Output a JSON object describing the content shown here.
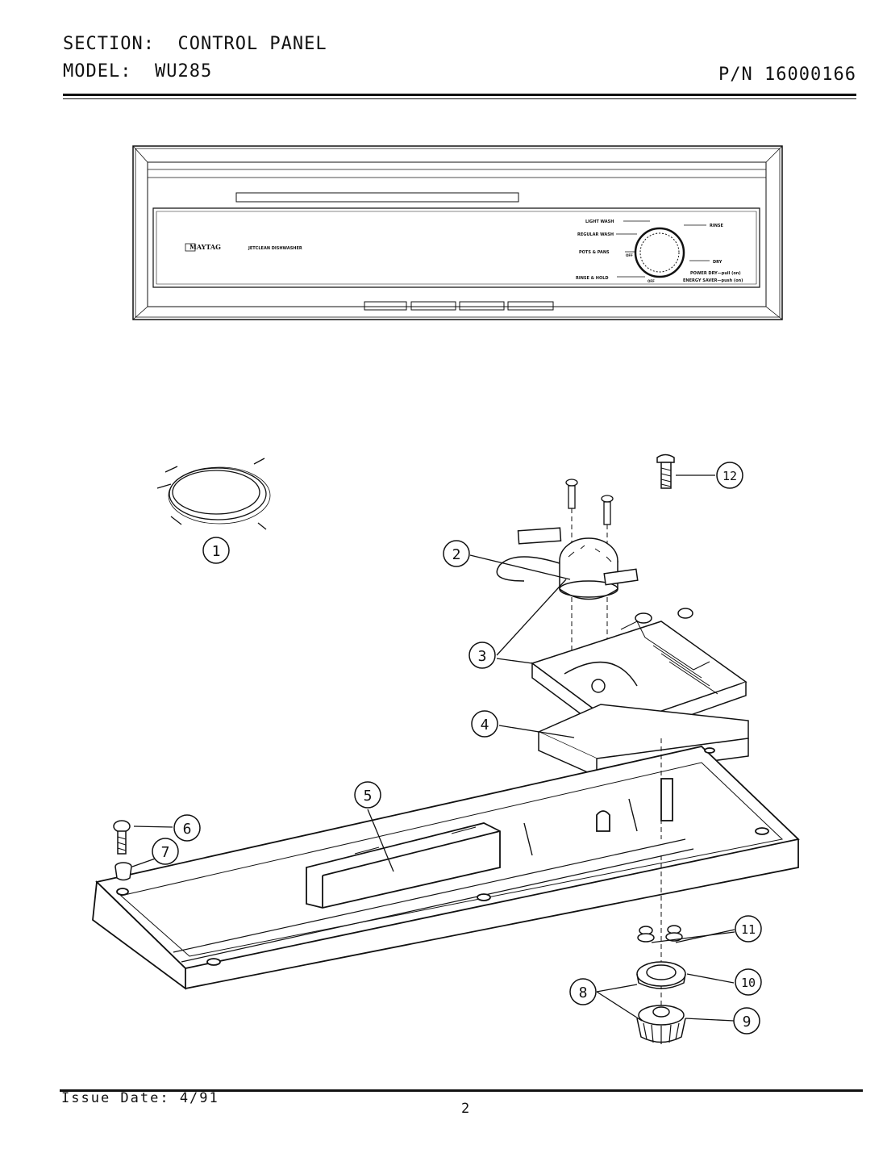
{
  "header": {
    "section_label": "SECTION:",
    "section_value": "CONTROL PANEL",
    "model_label": "MODEL:",
    "model_value": "WU285",
    "part_number": "P/N 16000166"
  },
  "panel": {
    "brand": "MAYTAG",
    "product": "JETCLEAN DISHWASHER",
    "cycles": [
      "LIGHT WASH",
      "REGULAR WASH",
      "POTS & PANS",
      "RINSE & HOLD",
      "RINSE",
      "DRY"
    ],
    "options": [
      "POWER DRY—pull (on)",
      "ENERGY SAVER—push (on)"
    ],
    "dial_marks": [
      "OFF",
      "OFF"
    ]
  },
  "callouts": [
    "1",
    "2",
    "3",
    "4",
    "5",
    "6",
    "7",
    "8",
    "9",
    "10",
    "11",
    "12"
  ],
  "footer": {
    "issue_date": "Issue Date: 4/91",
    "page": "2"
  },
  "colors": {
    "ink": "#111111",
    "paper": "#ffffff",
    "panel_fill": "#f4f4f4"
  }
}
